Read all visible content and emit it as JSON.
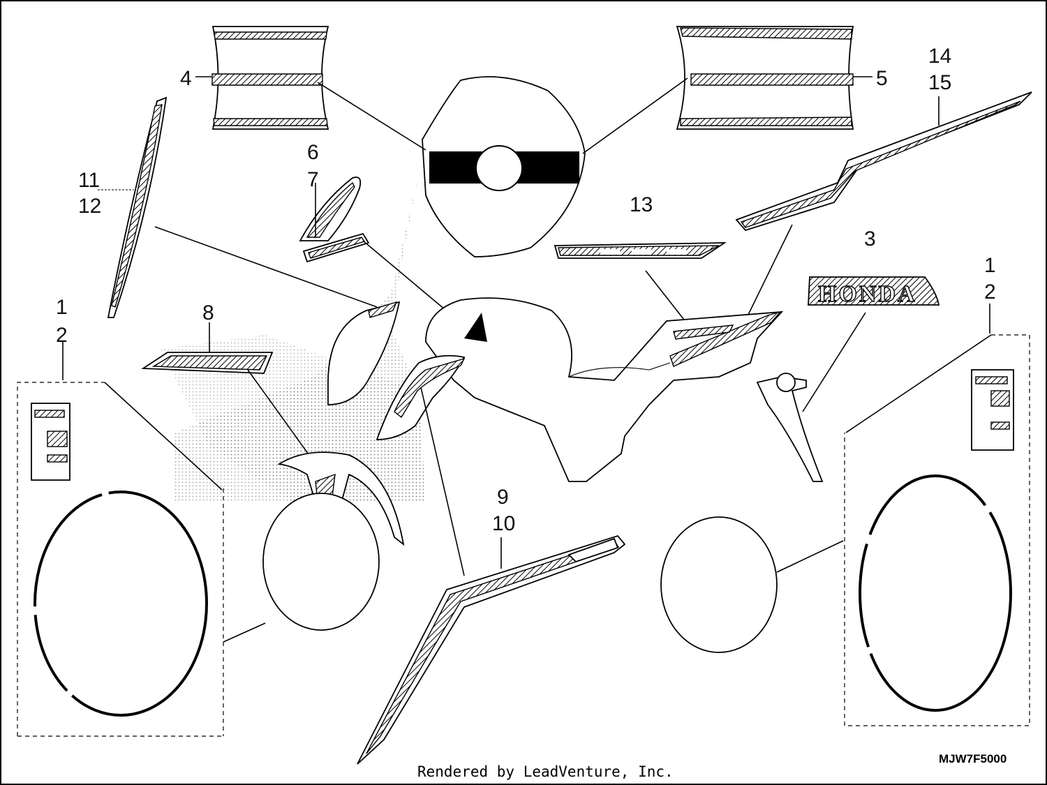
{
  "diagram": {
    "callouts": {
      "c1a": "1",
      "c2a": "2",
      "c1b": "1",
      "c2b": "2",
      "c3": "3",
      "c4": "4",
      "c5": "5",
      "c6": "6",
      "c7": "7",
      "c8": "8",
      "c9": "9",
      "c10": "10",
      "c11": "11",
      "c12": "12",
      "c13": "13",
      "c14": "14",
      "c15": "15"
    },
    "emblem_text": "HONDA",
    "diagram_code": "MJW7F5000",
    "footer": "Rendered by LeadVenture, Inc."
  }
}
